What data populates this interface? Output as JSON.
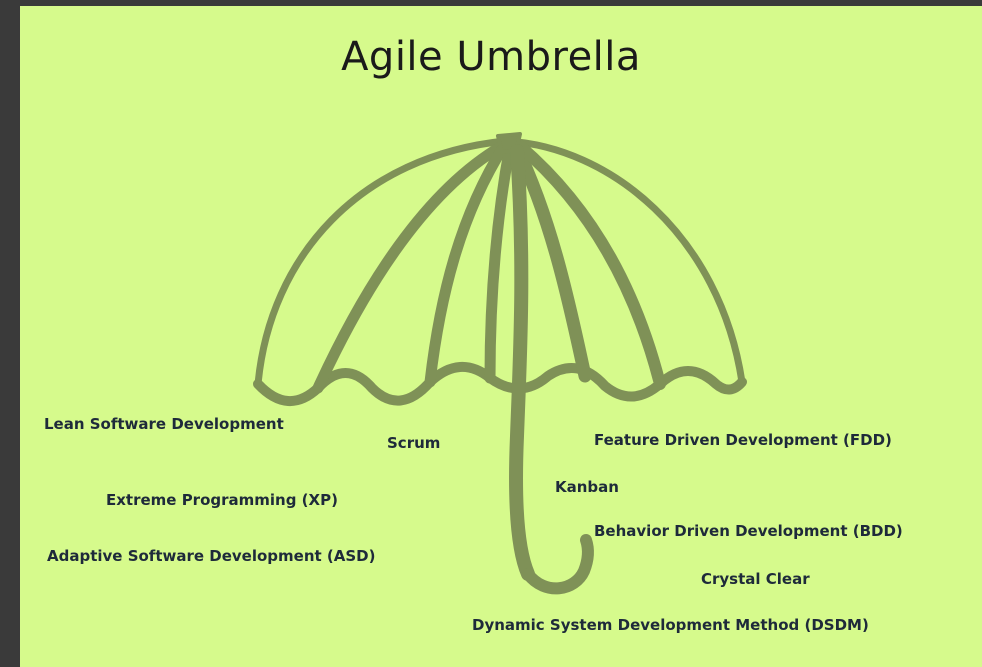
{
  "title": "Agile Umbrella",
  "methods": {
    "lean": "Lean Software Development",
    "scrum": "Scrum",
    "xp": "Extreme Programming (XP)",
    "asd": "Adaptive Software Development (ASD)",
    "fdd": "Feature Driven Development (FDD)",
    "kanban": "Kanban",
    "bdd": "Behavior Driven Development (BDD)",
    "crystal": "Crystal Clear",
    "dsdm": "Dynamic System Development Method (DSDM)"
  },
  "colors": {
    "background": "#d6fa8c",
    "frame": "#3a3a3a",
    "umbrella": "#7f9157",
    "text": "#1e2a3a"
  }
}
